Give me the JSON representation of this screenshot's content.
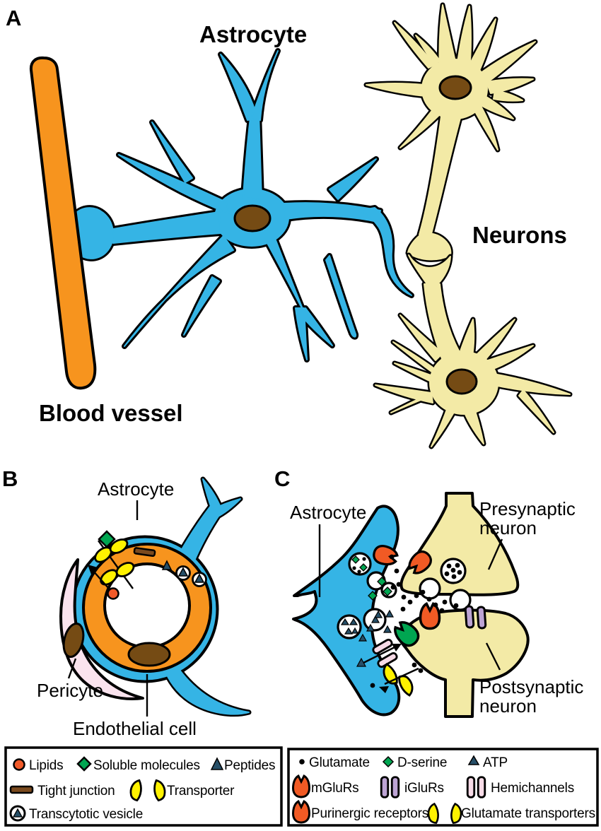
{
  "figure": {
    "panel_a": {
      "letter": "A",
      "astrocyte_label": "Astrocyte",
      "neurons_label": "Neurons",
      "blood_vessel_label": "Blood vessel"
    },
    "panel_b": {
      "letter": "B",
      "astrocyte_label": "Astrocyte",
      "pericyte_label": "Pericyte",
      "endothelial_label": "Endothelial cell"
    },
    "panel_c": {
      "letter": "C",
      "astrocyte_label": "Astrocyte",
      "presynaptic_line1": "Presynaptic",
      "presynaptic_line2": "neuron",
      "postsynaptic_line1": "Postsynaptic",
      "postsynaptic_line2": "neuron"
    }
  },
  "legend_left": {
    "lipids": "Lipids",
    "soluble_molecules": "Soluble molecules",
    "peptides": "Peptides",
    "tight_junction": "Tight junction",
    "transporter": "Transporter",
    "transcytotic_vesicle": "Transcytotic vesicle"
  },
  "legend_right": {
    "glutamate": "Glutamate",
    "d_serine": "D-serine",
    "atp": "ATP",
    "mglurs": "mGluRs",
    "iglurs": "iGluRs",
    "hemichannels": "Hemichannels",
    "purinergic_receptors": "Purinergic receptors",
    "glutamate_transporters": "Glutamate transporters"
  },
  "colors": {
    "astrocyte_blue": "#35b4e5",
    "vessel_orange": "#f7941e",
    "neuron_yellow": "#f3eaa6",
    "nucleus_brown": "#754b14",
    "lipid_red": "#f15a29",
    "soluble_green": "#00a651",
    "peptide_dark": "#264f68",
    "tight_junction_brown": "#7b4a1e",
    "transporter_yellow": "#fff200",
    "mglur_orange": "#f15a24",
    "iglur_purple": "#bda4d4",
    "hemichannel_pink": "#f7dbe7",
    "pericyte_pink": "#fae3ee",
    "glutamate_black": "#000000"
  }
}
